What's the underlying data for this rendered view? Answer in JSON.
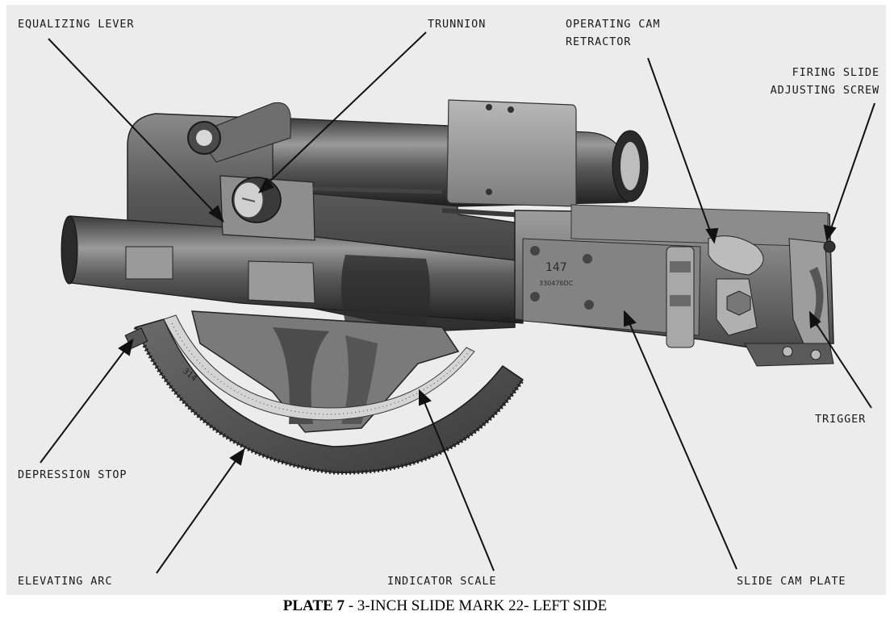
{
  "labels": {
    "equalizing_lever": "EQUALIZING LEVER",
    "trunnion": "TRUNNION",
    "operating_cam_retractor_1": "OPERATING CAM",
    "operating_cam_retractor_2": "RETRACTOR",
    "firing_slide_adjusting_screw_1": "FIRING SLIDE",
    "firing_slide_adjusting_screw_2": "ADJUSTING SCREW",
    "trigger": "TRIGGER",
    "depression_stop": "DEPRESSION STOP",
    "elevating_arc": "ELEVATING ARC",
    "indicator_scale": "INDICATOR SCALE",
    "slide_cam_plate": "SLIDE CAM PLATE"
  },
  "caption": {
    "plate": "PLATE 7",
    "title": " - 3-INCH SLIDE MARK 22- LEFT SIDE"
  },
  "markings": {
    "serial": "147",
    "part_number": "330476DC",
    "arc_number": "314"
  }
}
